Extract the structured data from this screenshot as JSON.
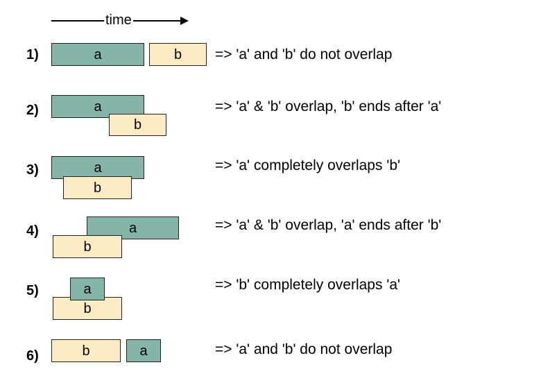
{
  "axis": {
    "label": "time"
  },
  "colors": {
    "a": "#84b5a8",
    "b": "#fdebc3",
    "stroke": "#222222"
  },
  "rows": [
    {
      "number": "1)",
      "a_label": "a",
      "b_label": "b",
      "description": "=> 'a' and 'b' do not overlap"
    },
    {
      "number": "2)",
      "a_label": "a",
      "b_label": "b",
      "description": "=> 'a' & 'b' overlap, 'b' ends after 'a'"
    },
    {
      "number": "3)",
      "a_label": "a",
      "b_label": "b",
      "description": "=> 'a' completely overlaps 'b'"
    },
    {
      "number": "4)",
      "a_label": "a",
      "b_label": "b",
      "description": "=> 'a' & 'b' overlap, 'a' ends after 'b'"
    },
    {
      "number": "5)",
      "a_label": "a",
      "b_label": "b",
      "description": "=> 'b' completely overlaps 'a'"
    },
    {
      "number": "6)",
      "a_label": "a",
      "b_label": "b",
      "description": "=> 'a' and 'b' do not overlap"
    }
  ]
}
